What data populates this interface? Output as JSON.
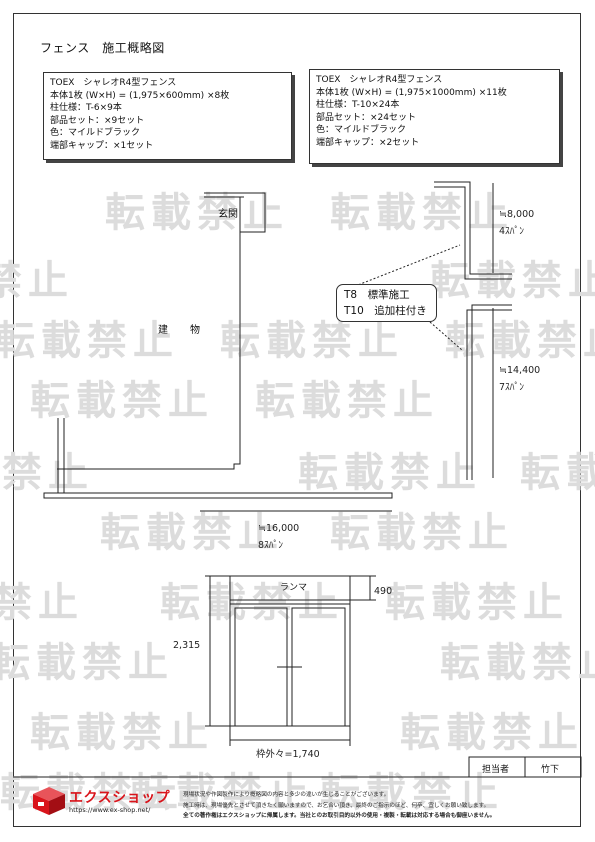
{
  "title": "フェンス　施工概略図",
  "spec_left": {
    "lines": [
      "TOEX　シャレオR4型フェンス",
      "本体1枚 (W×H) = (1,975×600mm) ×8枚",
      "柱仕様：T-6×9本",
      "部品セット：×9セット",
      "色：マイルドブラック",
      "端部キャップ：×1セット"
    ]
  },
  "spec_right": {
    "lines": [
      "TOEX　シャレオR4型フェンス",
      "本体1枚 (W×H) = (1,975×1000mm) ×11枚",
      "柱仕様：T-10×24本",
      "部品セット：×24セット",
      "色：マイルドブラック",
      "端部キャップ：×2セット"
    ]
  },
  "watermark": "転載禁止",
  "plan": {
    "entrance": "玄関",
    "building": "建　物",
    "callout_line1": "T8　標準施工",
    "callout_line2": "T10　追加柱付き",
    "dim_top_right": "≒8,000",
    "span_top_right": "4ｽﾊﾟﾝ",
    "dim_mid_right": "≒14,400",
    "span_mid_right": "7ｽﾊﾟﾝ",
    "dim_bottom": "≒16,000",
    "span_bottom": "8ｽﾊﾟﾝ"
  },
  "elevation": {
    "transom": "ランマ",
    "dim_transom": "490",
    "dim_height": "2,315",
    "dim_width": "枠外々=1,740"
  },
  "footer": {
    "person_label": "担当者",
    "person_name": "竹下",
    "brand": "エクスショップ",
    "url": "https://www.ex-shop.net/",
    "notice_1": "現場状況や作図製作により概略図の内容と多少の違いが生じることがございます。",
    "notice_2": "施工時は、現場優先とさせて頂きたく願いますので、お乞合い頂き、最終のご指示のほど、何卒、宜しくお願い致します。",
    "notice_3": "全ての著作権はエクスショップに帰属します。当社とのお取引目的以外の使用・複製・転載は対応する場合も御座いません。"
  },
  "colors": {
    "logo_red": "#d9141b",
    "watermark": "#dcdcdc"
  }
}
